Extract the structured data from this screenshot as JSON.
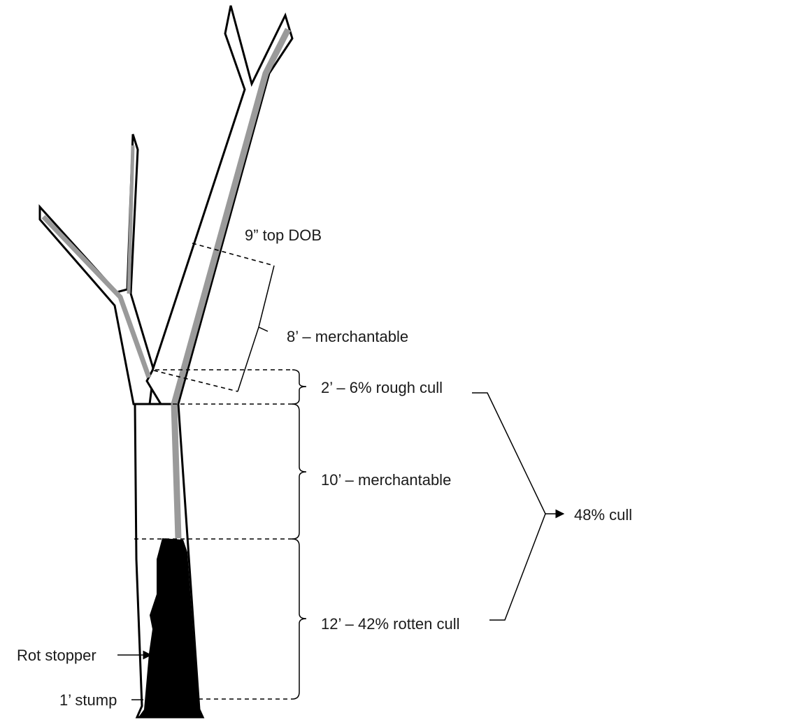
{
  "labels": {
    "top_dob": "9” top DOB",
    "upper_merch": "8’ – merchantable",
    "rough_cull": "2’ – 6% rough cull",
    "mid_merch": "10’ – merchantable",
    "rotten_cull": "12’ – 42% rotten cull",
    "total_cull": "48% cull",
    "rot_stopper": "Rot stopper",
    "stump": "1’ stump"
  },
  "colors": {
    "outline": "#000000",
    "heartwood_band": "#9a9a9a",
    "rot": "#000000",
    "background": "#ffffff"
  }
}
